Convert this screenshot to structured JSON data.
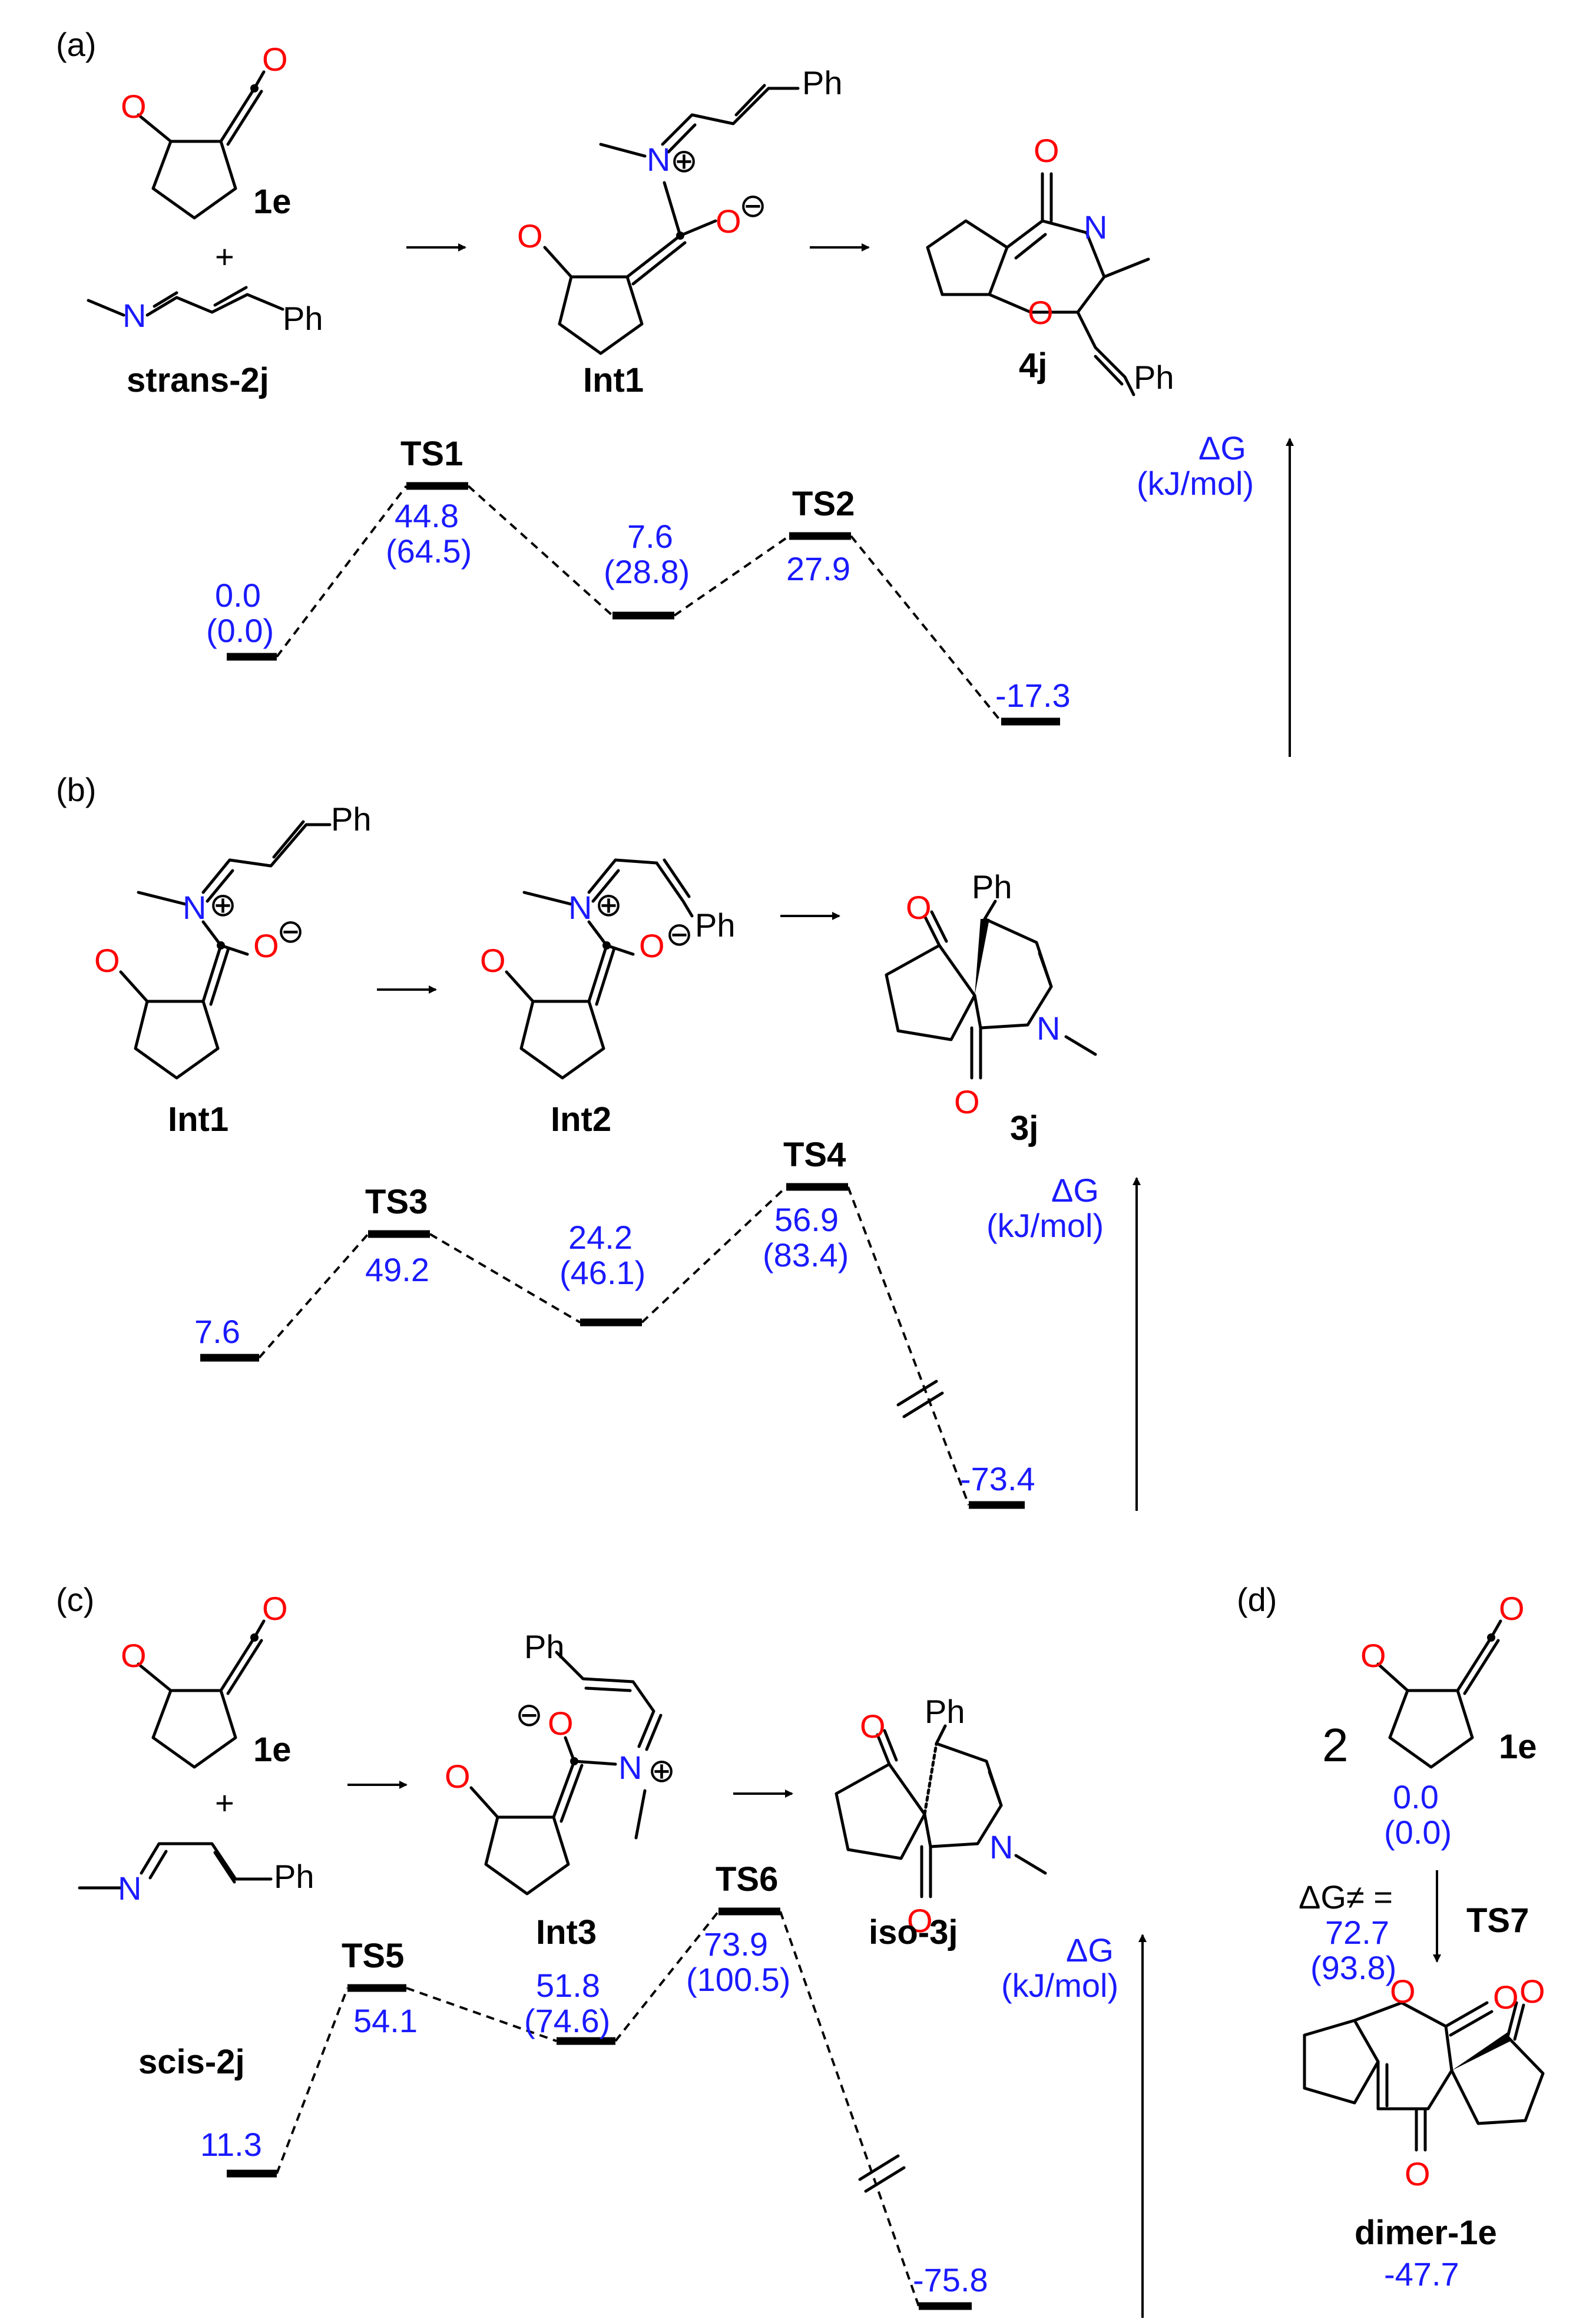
{
  "panels": {
    "a": "(a)",
    "b": "(b)",
    "c": "(c)",
    "d": "(d)"
  },
  "atoms": {
    "O": "O",
    "N": "N",
    "Ph": "Ph",
    "plus_charge": "⊕",
    "minus_charge": "⊖"
  },
  "compounds": {
    "ketene": "1e",
    "strans": "strans-2j",
    "scis": "scis-2j",
    "int1": "Int1",
    "int2": "Int2",
    "int3": "Int3",
    "p4j": "4j",
    "p3j": "3j",
    "iso3j": "iso-3j",
    "dimer": "dimer-1e",
    "plus": "+",
    "two": "2"
  },
  "axis": {
    "dg": "ΔG",
    "unit": "(kJ/mol)"
  },
  "panel_a": {
    "ts1": "TS1",
    "ts2": "TS2",
    "e_start": "0.0",
    "e_start_p": "(0.0)",
    "e_ts1": "44.8",
    "e_ts1_p": "(64.5)",
    "e_int1": "7.6",
    "e_int1_p": "(28.8)",
    "e_ts2": "27.9",
    "e_prod": "-17.3"
  },
  "panel_b": {
    "ts3": "TS3",
    "ts4": "TS4",
    "e_start": "7.6",
    "e_ts3": "49.2",
    "e_int2": "24.2",
    "e_int2_p": "(46.1)",
    "e_ts4": "56.9",
    "e_ts4_p": "(83.4)",
    "e_prod": "-73.4"
  },
  "panel_c": {
    "ts5": "TS5",
    "ts6": "TS6",
    "e_start": "11.3",
    "e_ts5": "54.1",
    "e_int3": "51.8",
    "e_int3_p": "(74.6)",
    "e_ts6": "73.9",
    "e_ts6_p": "(100.5)",
    "e_prod": "-75.8"
  },
  "panel_d": {
    "e_start": "0.0",
    "e_start_p": "(0.0)",
    "dg_barrier": "ΔG≠ =",
    "barrier": "72.7",
    "barrier_p": "(93.8)",
    "ts7": "TS7",
    "e_prod": "-47.7"
  },
  "colors": {
    "oxygen": "#ff0000",
    "nitrogen": "#1a1aff",
    "energy": "#1a1aff",
    "bond": "#000000"
  }
}
